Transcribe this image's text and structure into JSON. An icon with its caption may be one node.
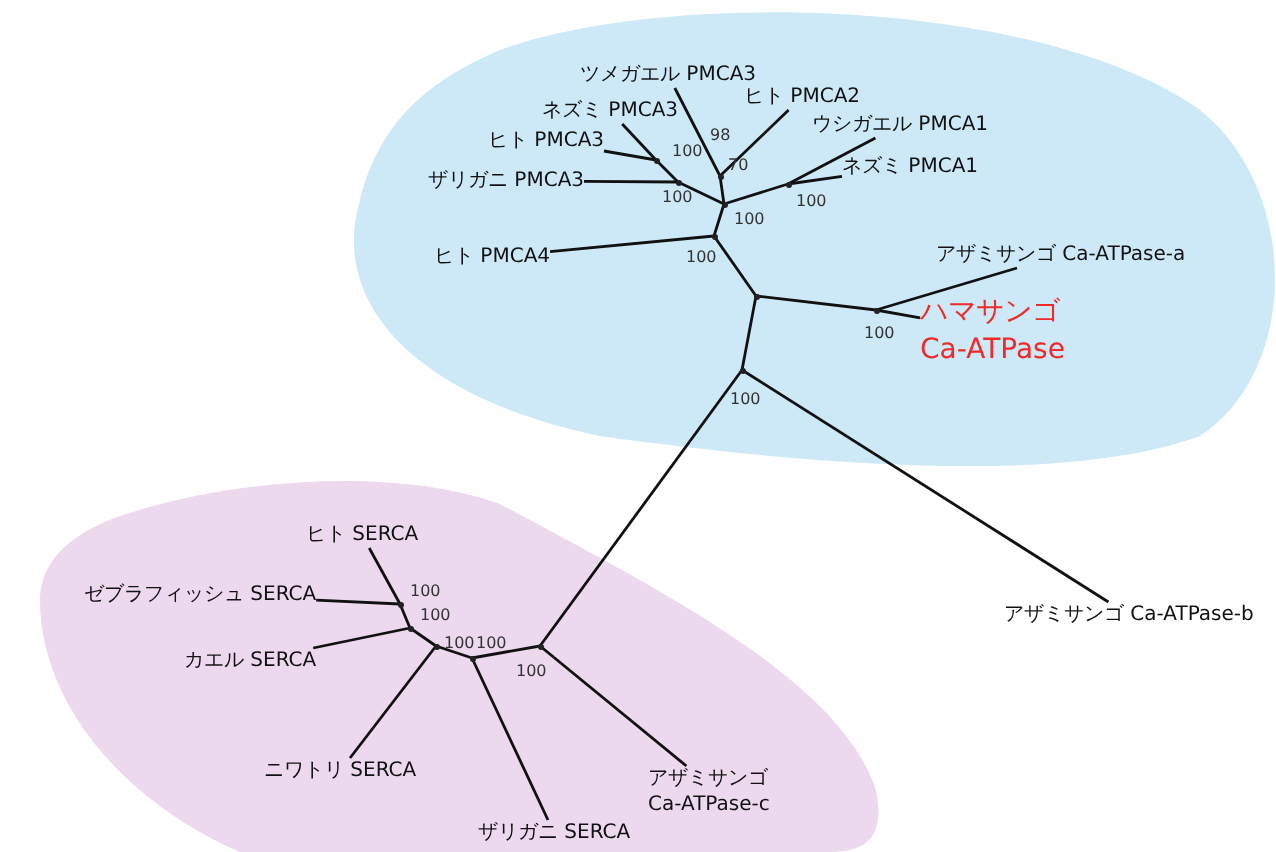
{
  "diagram": {
    "nodes": [
      {
        "text": [],
        "shape": "blob"
      },
      {
        "text": [
          "ツメガエル PMCA3"
        ],
        "in": 0
      },
      {
        "text": [
          "ヒト PMCA2"
        ],
        "in": 0
      },
      {
        "text": [
          "ネズミ PMCA3"
        ],
        "in": 0
      },
      {
        "text": [
          "ヒト PMCA3"
        ],
        "in": 0
      },
      {
        "text": [
          "ウシガエル PMCA1"
        ],
        "in": 0
      },
      {
        "text": [
          "ザリガニ PMCA3"
        ],
        "in": 0
      },
      {
        "text": [
          "ネズミ PMCA1"
        ],
        "in": 0
      },
      {
        "text": [
          "ヒト PMCA4"
        ],
        "in": 0
      },
      {
        "text": [
          "アザミサンゴ Ca-ATPase-a"
        ],
        "in": 0
      },
      {
        "text": [
          "ハマサンゴ Ca-ATPase"
        ],
        "in": 0
      },
      {
        "text": [
          "アザミサンゴ Ca-ATPase-b"
        ]
      },
      {
        "text": [],
        "shape": "blob"
      },
      {
        "text": [
          "ヒト SERCA"
        ],
        "in": 12
      },
      {
        "text": [
          "ゼブラフィッシュ SERCA"
        ],
        "in": 12
      },
      {
        "text": [
          "カエル SERCA"
        ],
        "in": 12
      },
      {
        "text": [
          "ニワトリ SERCA"
        ],
        "in": 12
      },
      {
        "text": [
          "ザリガニ SERCA"
        ],
        "in": 12
      },
      {
        "text": [
          "アザミサンゴ Ca-ATPase-c"
        ],
        "in": 12
      },
      {
        "text": [],
        "shape": "point",
        "in": 0
      },
      {
        "text": [],
        "shape": "point",
        "in": 0
      },
      {
        "text": [],
        "shape": "point",
        "in": 0
      },
      {
        "text": [],
        "shape": "point",
        "in": 0
      },
      {
        "text": [],
        "shape": "point",
        "in": 0
      },
      {
        "text": [],
        "shape": "point",
        "in": 0
      },
      {
        "text": [],
        "shape": "point",
        "in": 0
      },
      {
        "text": [],
        "shape": "point",
        "in": 0
      },
      {
        "text": [],
        "shape": "point",
        "in": 0
      },
      {
        "text": [],
        "shape": "point",
        "in": 12
      },
      {
        "text": [],
        "shape": "point",
        "in": 12
      },
      {
        "text": [],
        "shape": "point",
        "in": 12
      },
      {
        "text": [],
        "shape": "point",
        "in": 12
      },
      {
        "text": [],
        "shape": "point",
        "in": 12
      }
    ],
    "edges": [
      {
        "from": 19,
        "to": 3,
        "arrow": "none"
      },
      {
        "from": 19,
        "to": 4,
        "arrow": "none"
      },
      {
        "from": 20,
        "to": 19,
        "arrow": "none"
      },
      {
        "from": 20,
        "to": 6,
        "arrow": "none"
      },
      {
        "from": 21,
        "to": 1,
        "arrow": "none"
      },
      {
        "from": 21,
        "to": 2,
        "arrow": "none"
      },
      {
        "from": 22,
        "to": 20,
        "arrow": "none"
      },
      {
        "from": 22,
        "to": 21,
        "arrow": "none"
      },
      {
        "from": 23,
        "to": 5,
        "arrow": "none"
      },
      {
        "from": 23,
        "to": 7,
        "arrow": "none"
      },
      {
        "from": 22,
        "to": 23,
        "arrow": "none"
      },
      {
        "from": 24,
        "to": 22,
        "arrow": "none"
      },
      {
        "from": 24,
        "to": 8,
        "arrow": "none"
      },
      {
        "from": 25,
        "to": 24,
        "arrow": "none"
      },
      {
        "from": 26,
        "to": 9,
        "arrow": "none"
      },
      {
        "from": 26,
        "to": 10,
        "arrow": "none"
      },
      {
        "from": 25,
        "to": 26,
        "arrow": "none"
      },
      {
        "from": 27,
        "to": 25,
        "arrow": "none"
      },
      {
        "from": 27,
        "to": 11,
        "arrow": "none"
      },
      {
        "from": 28,
        "to": 27,
        "arrow": "none"
      },
      {
        "from": 32,
        "to": 13,
        "arrow": "none"
      },
      {
        "from": 32,
        "to": 14,
        "arrow": "none"
      },
      {
        "from": 31,
        "to": 32,
        "arrow": "none"
      },
      {
        "from": 31,
        "to": 15,
        "arrow": "none"
      },
      {
        "from": 30,
        "to": 31,
        "arrow": "none"
      },
      {
        "from": 30,
        "to": 16,
        "arrow": "none"
      },
      {
        "from": 29,
        "to": 30,
        "arrow": "none"
      },
      {
        "from": 29,
        "to": 17,
        "arrow": "none"
      },
      {
        "from": 28,
        "to": 29,
        "arrow": "none"
      },
      {
        "from": 28,
        "to": 18,
        "arrow": "none"
      }
    ],
    "labels": [
      "98",
      "100",
      "70",
      "100",
      "100",
      "100",
      "100",
      "100",
      "100",
      "100",
      "100",
      "100",
      "100",
      "100"
    ]
  }
}
